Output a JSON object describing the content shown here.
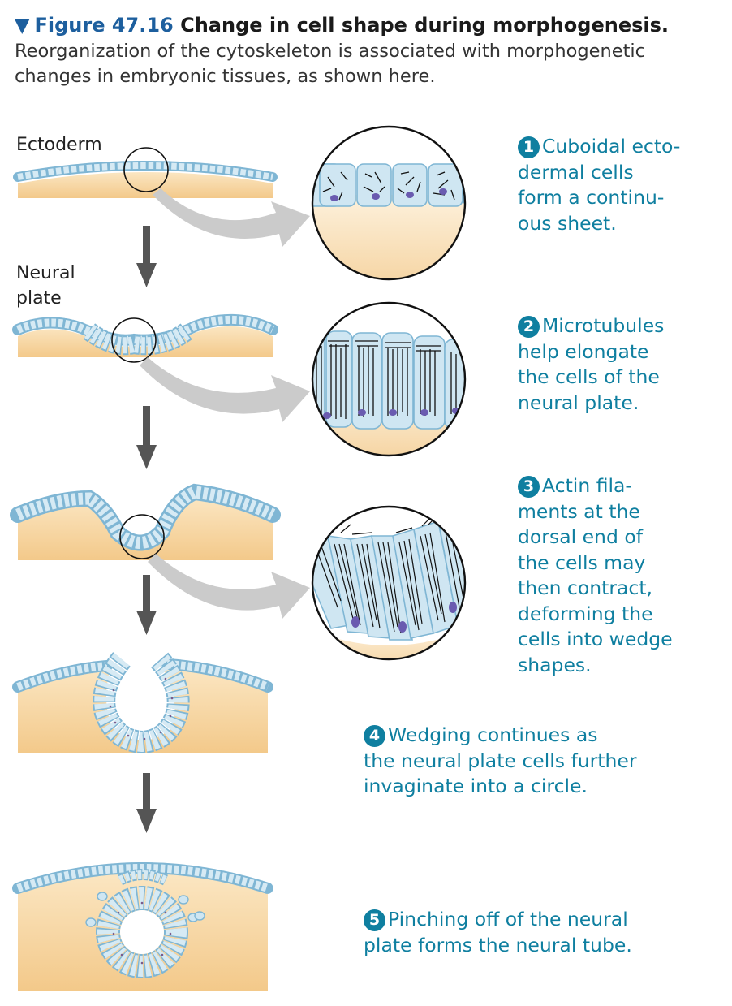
{
  "figure": {
    "marker": "▼",
    "number": "Figure 47.16",
    "title": "Change in cell shape during morphogenesis.",
    "caption_line1": "Reorganization of the cytoskeleton is associated with morphogenetic",
    "caption_line2": "changes in embryonic tissues, as shown here."
  },
  "labels": {
    "ectoderm": "Ectoderm",
    "neural_line1": "Neural",
    "neural_line2": "plate"
  },
  "steps": [
    {
      "num": "1",
      "lines": [
        "Cuboidal ecto-",
        "dermal cells",
        "form a continu-",
        "ous sheet."
      ]
    },
    {
      "num": "2",
      "lines": [
        "Microtubules",
        "help elongate",
        "the cells of the",
        "neural plate."
      ]
    },
    {
      "num": "3",
      "lines": [
        "Actin fila-",
        "ments at the",
        "dorsal end of",
        "the cells may",
        "then contract,",
        "deforming the",
        "cells into wedge",
        "shapes."
      ]
    },
    {
      "num": "4",
      "lines": [
        "Wedging continues as",
        "the neural plate cells further",
        "invaginate into a circle."
      ]
    },
    {
      "num": "5",
      "lines": [
        "Pinching off of the neural",
        "plate forms the neural tube."
      ]
    }
  ],
  "colors": {
    "step_text": "#0f7fa0",
    "figure_blue": "#1d5f9e",
    "cell_fill": "#cfe6f2",
    "cell_stroke": "#7fb6d4",
    "tissue": "#f8d9a8",
    "nucleus": "#6a5bb0",
    "arrow_grey": "#c8c8c8",
    "down_arrow": "#555555"
  }
}
